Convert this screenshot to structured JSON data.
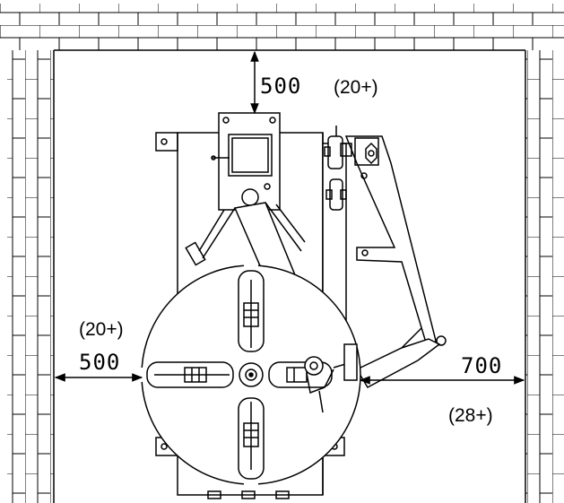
{
  "dimensions": {
    "top": {
      "mm": "500",
      "inches": "(20+)"
    },
    "left": {
      "mm": "500",
      "inches": "(20+)"
    },
    "right": {
      "mm": "700",
      "inches": "(28+)"
    }
  },
  "colors": {
    "line": "#000000",
    "background": "#ffffff"
  }
}
